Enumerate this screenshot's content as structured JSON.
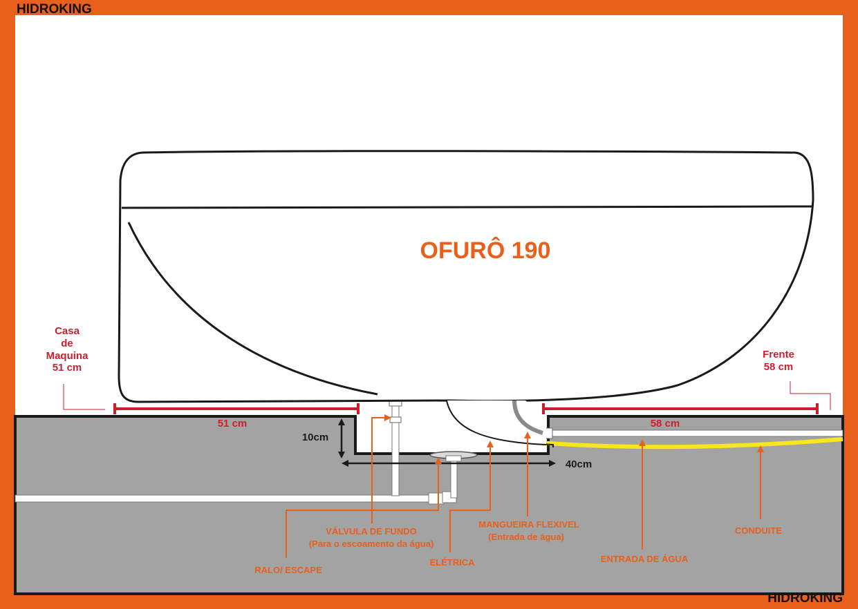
{
  "brand": {
    "top": "HIDROKING",
    "bottom": "HIDROKING"
  },
  "title": "OFURÔ 190",
  "labels": {
    "casa_line1": "Casa",
    "casa_line2": "de",
    "casa_line3": "Maquina",
    "casa_line4": "51 cm",
    "frente_line1": "Frente",
    "frente_line2": "58 cm",
    "dim_51": "51 cm",
    "dim_58": "58 cm",
    "dim_10": "10cm",
    "dim_40": "40cm",
    "valvula": "VÁLVULA DE FUNDO",
    "valvula_sub": "(Para o escoamento da água)",
    "mangueira": "MANGUEIRA FLEXIVEL",
    "mangueira_sub": "(Entrada de água)",
    "conduite": "CONDUITE",
    "ralo": "RALO/ ESCAPE",
    "eletrica": "ELÉTRICA",
    "entrada": "ENTRADA DE ÁGUA"
  },
  "colors": {
    "frame": "#e8601c",
    "accent": "#e8601c",
    "measure": "#cc1f2d",
    "concrete": "#a3a3a3",
    "conduit": "#f7e71b",
    "hose": "#8a8a8a",
    "pipe": "#ffffff",
    "outline": "#1a1a1a"
  }
}
